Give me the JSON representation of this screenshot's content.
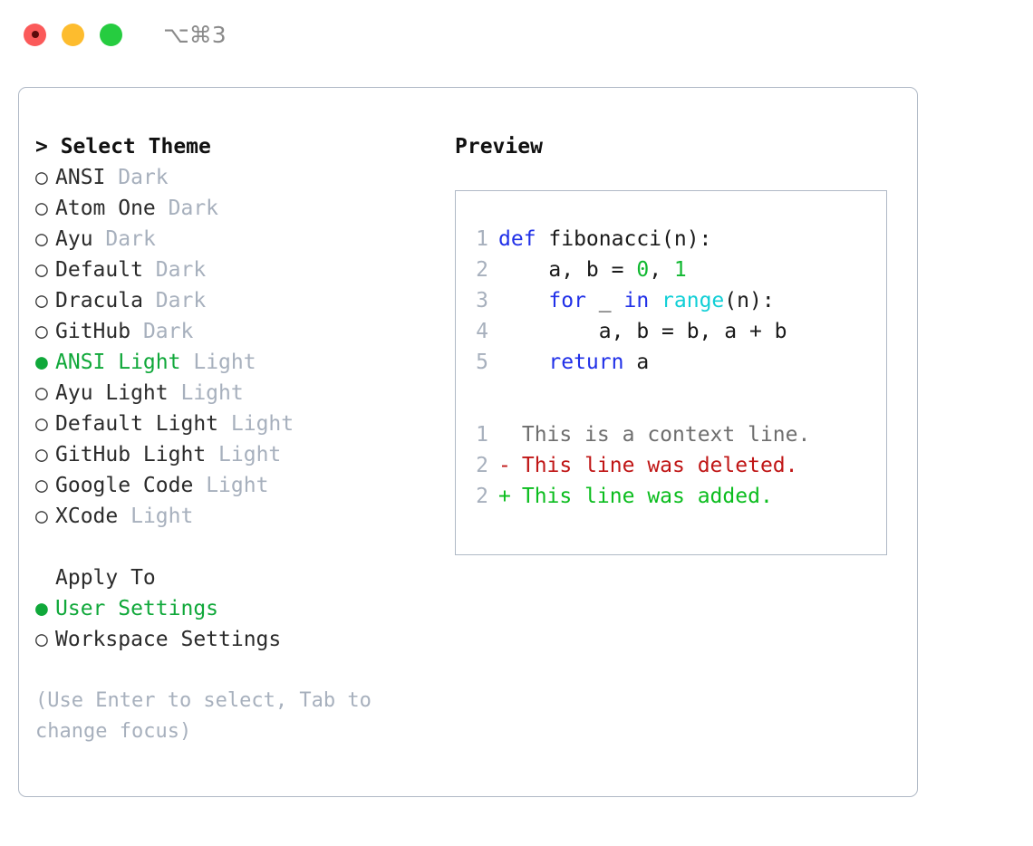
{
  "titlebar": {
    "shortcut": "⌥⌘3",
    "lights": [
      {
        "name": "close",
        "color": "#fb5a5a"
      },
      {
        "name": "minimize",
        "color": "#fdbc2e"
      },
      {
        "name": "maximize",
        "color": "#26cc40"
      }
    ]
  },
  "theme_picker": {
    "title": "> Select Theme",
    "selected_bullet": "●",
    "unselected_bullet": "○",
    "options": [
      {
        "label": "ANSI",
        "suffix": "Dark",
        "selected": false
      },
      {
        "label": "Atom One",
        "suffix": "Dark",
        "selected": false
      },
      {
        "label": "Ayu",
        "suffix": "Dark",
        "selected": false
      },
      {
        "label": "Default",
        "suffix": "Dark",
        "selected": false
      },
      {
        "label": "Dracula",
        "suffix": "Dark",
        "selected": false
      },
      {
        "label": "GitHub",
        "suffix": "Dark",
        "selected": false
      },
      {
        "label": "ANSI Light",
        "suffix": "Light",
        "selected": true
      },
      {
        "label": "Ayu Light",
        "suffix": "Light",
        "selected": false
      },
      {
        "label": "Default Light",
        "suffix": "Light",
        "selected": false
      },
      {
        "label": "GitHub Light",
        "suffix": "Light",
        "selected": false
      },
      {
        "label": "Google Code",
        "suffix": "Light",
        "selected": false
      },
      {
        "label": "XCode",
        "suffix": "Light",
        "selected": false
      }
    ]
  },
  "apply_to": {
    "header": "Apply To",
    "options": [
      {
        "label": "User Settings",
        "selected": true
      },
      {
        "label": "Workspace Settings",
        "selected": false
      }
    ]
  },
  "hint": "(Use Enter to select, Tab to change focus)",
  "preview": {
    "title": "Preview",
    "code": [
      {
        "num": "1",
        "tokens": [
          {
            "t": "def",
            "c": "kw"
          },
          {
            "t": " fibonacci(n):",
            "c": ""
          }
        ]
      },
      {
        "num": "2",
        "tokens": [
          {
            "t": "    a, b = ",
            "c": ""
          },
          {
            "t": "0",
            "c": "num"
          },
          {
            "t": ", ",
            "c": ""
          },
          {
            "t": "1",
            "c": "num"
          }
        ]
      },
      {
        "num": "3",
        "tokens": [
          {
            "t": "    ",
            "c": ""
          },
          {
            "t": "for",
            "c": "kw"
          },
          {
            "t": " _ ",
            "c": ""
          },
          {
            "t": "in",
            "c": "kw"
          },
          {
            "t": " ",
            "c": ""
          },
          {
            "t": "range",
            "c": "fn"
          },
          {
            "t": "(n):",
            "c": ""
          }
        ]
      },
      {
        "num": "4",
        "tokens": [
          {
            "t": "        a, b = b, a + b",
            "c": ""
          }
        ]
      },
      {
        "num": "5",
        "tokens": [
          {
            "t": "    ",
            "c": ""
          },
          {
            "t": "return",
            "c": "kw"
          },
          {
            "t": " a",
            "c": ""
          }
        ]
      }
    ],
    "diff": [
      {
        "num": "1",
        "marker": " ",
        "text": " This is a context line.",
        "kind": "diff-ctx"
      },
      {
        "num": "2",
        "marker": "-",
        "text": " This line was deleted.",
        "kind": "diff-del"
      },
      {
        "num": "2",
        "marker": "+",
        "text": " This line was added.",
        "kind": "diff-add"
      }
    ]
  },
  "colors": {
    "accent_green": "#10a83a",
    "keyword_blue": "#2030e8",
    "function_cyan": "#11cfd6",
    "number_green": "#10b830",
    "diff_add": "#0bbd1e",
    "diff_del": "#c01616",
    "muted": "#a7b0bd",
    "border": "#b0b9c6"
  }
}
